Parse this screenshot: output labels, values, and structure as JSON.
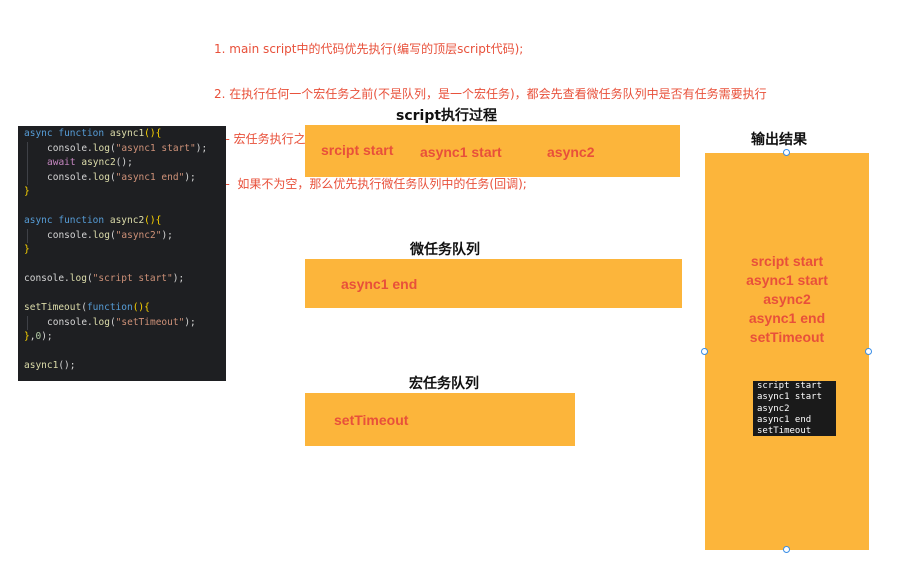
{
  "notes": [
    "1. main script中的代码优先执行(编写的顶层script代码);",
    "2. 在执行任何一个宏任务之前(不是队列，是一个宏任务)，都会先查看微任务队列中是否有任务需要执行",
    "   - 宏任务执行之前，必须保证微任务队列是空的;",
    "   -  如果不为空，那么优先执行微任务队列中的任务(回调);"
  ],
  "code": {
    "l1": {
      "kw1": "async",
      "kw2": "function",
      "name": "async1",
      "punct": "()",
      "brace": "{"
    },
    "l2": {
      "obj": "console.",
      "fn": "log",
      "open": "(",
      "str": "\"async1 start\"",
      "close": ");"
    },
    "l3": {
      "kw": "await",
      "fn": "async2",
      "close": "();"
    },
    "l4": {
      "obj": "console.",
      "fn": "log",
      "open": "(",
      "str": "\"async1 end\"",
      "close": ");"
    },
    "l5": {
      "brace": "}"
    },
    "l7": {
      "kw1": "async",
      "kw2": "function",
      "name": "async2",
      "punct": "()",
      "brace": "{"
    },
    "l8": {
      "obj": "console.",
      "fn": "log",
      "open": "(",
      "str": "\"async2\"",
      "close": ");"
    },
    "l9": {
      "brace": "}"
    },
    "l11": {
      "obj": "console.",
      "fn": "log",
      "open": "(",
      "str": "\"script start\"",
      "close": ");"
    },
    "l13": {
      "fn": "setTimeout",
      "open": "(",
      "kw": "function",
      "punct": "()",
      "brace": "{"
    },
    "l14": {
      "obj": "console.",
      "fn": "log",
      "open": "(",
      "str": "\"setTimeout\"",
      "close": ");"
    },
    "l15": {
      "brace": "}",
      "comma": ",",
      "num": "0",
      "close": ");"
    },
    "l17": {
      "fn": "async1",
      "close": "();"
    }
  },
  "script_section": {
    "title": "script执行过程",
    "items": [
      "srcipt start",
      "async1 start",
      "async2"
    ]
  },
  "micro_section": {
    "title": "微任务队列",
    "items": [
      "async1 end"
    ]
  },
  "macro_section": {
    "title": "宏任务队列",
    "items": [
      "setTimeout"
    ]
  },
  "output_section": {
    "title": "输出结果",
    "items": [
      "srcipt start",
      "async1 start",
      "async2",
      "async1 end",
      "setTimeout"
    ],
    "console_lines": [
      "script start",
      "async1 start",
      "async2",
      "async1 end",
      "setTimeout"
    ]
  },
  "colors": {
    "box": "#fcb53b",
    "text_red": "#e8503a",
    "code_bg": "#1e1f22"
  }
}
